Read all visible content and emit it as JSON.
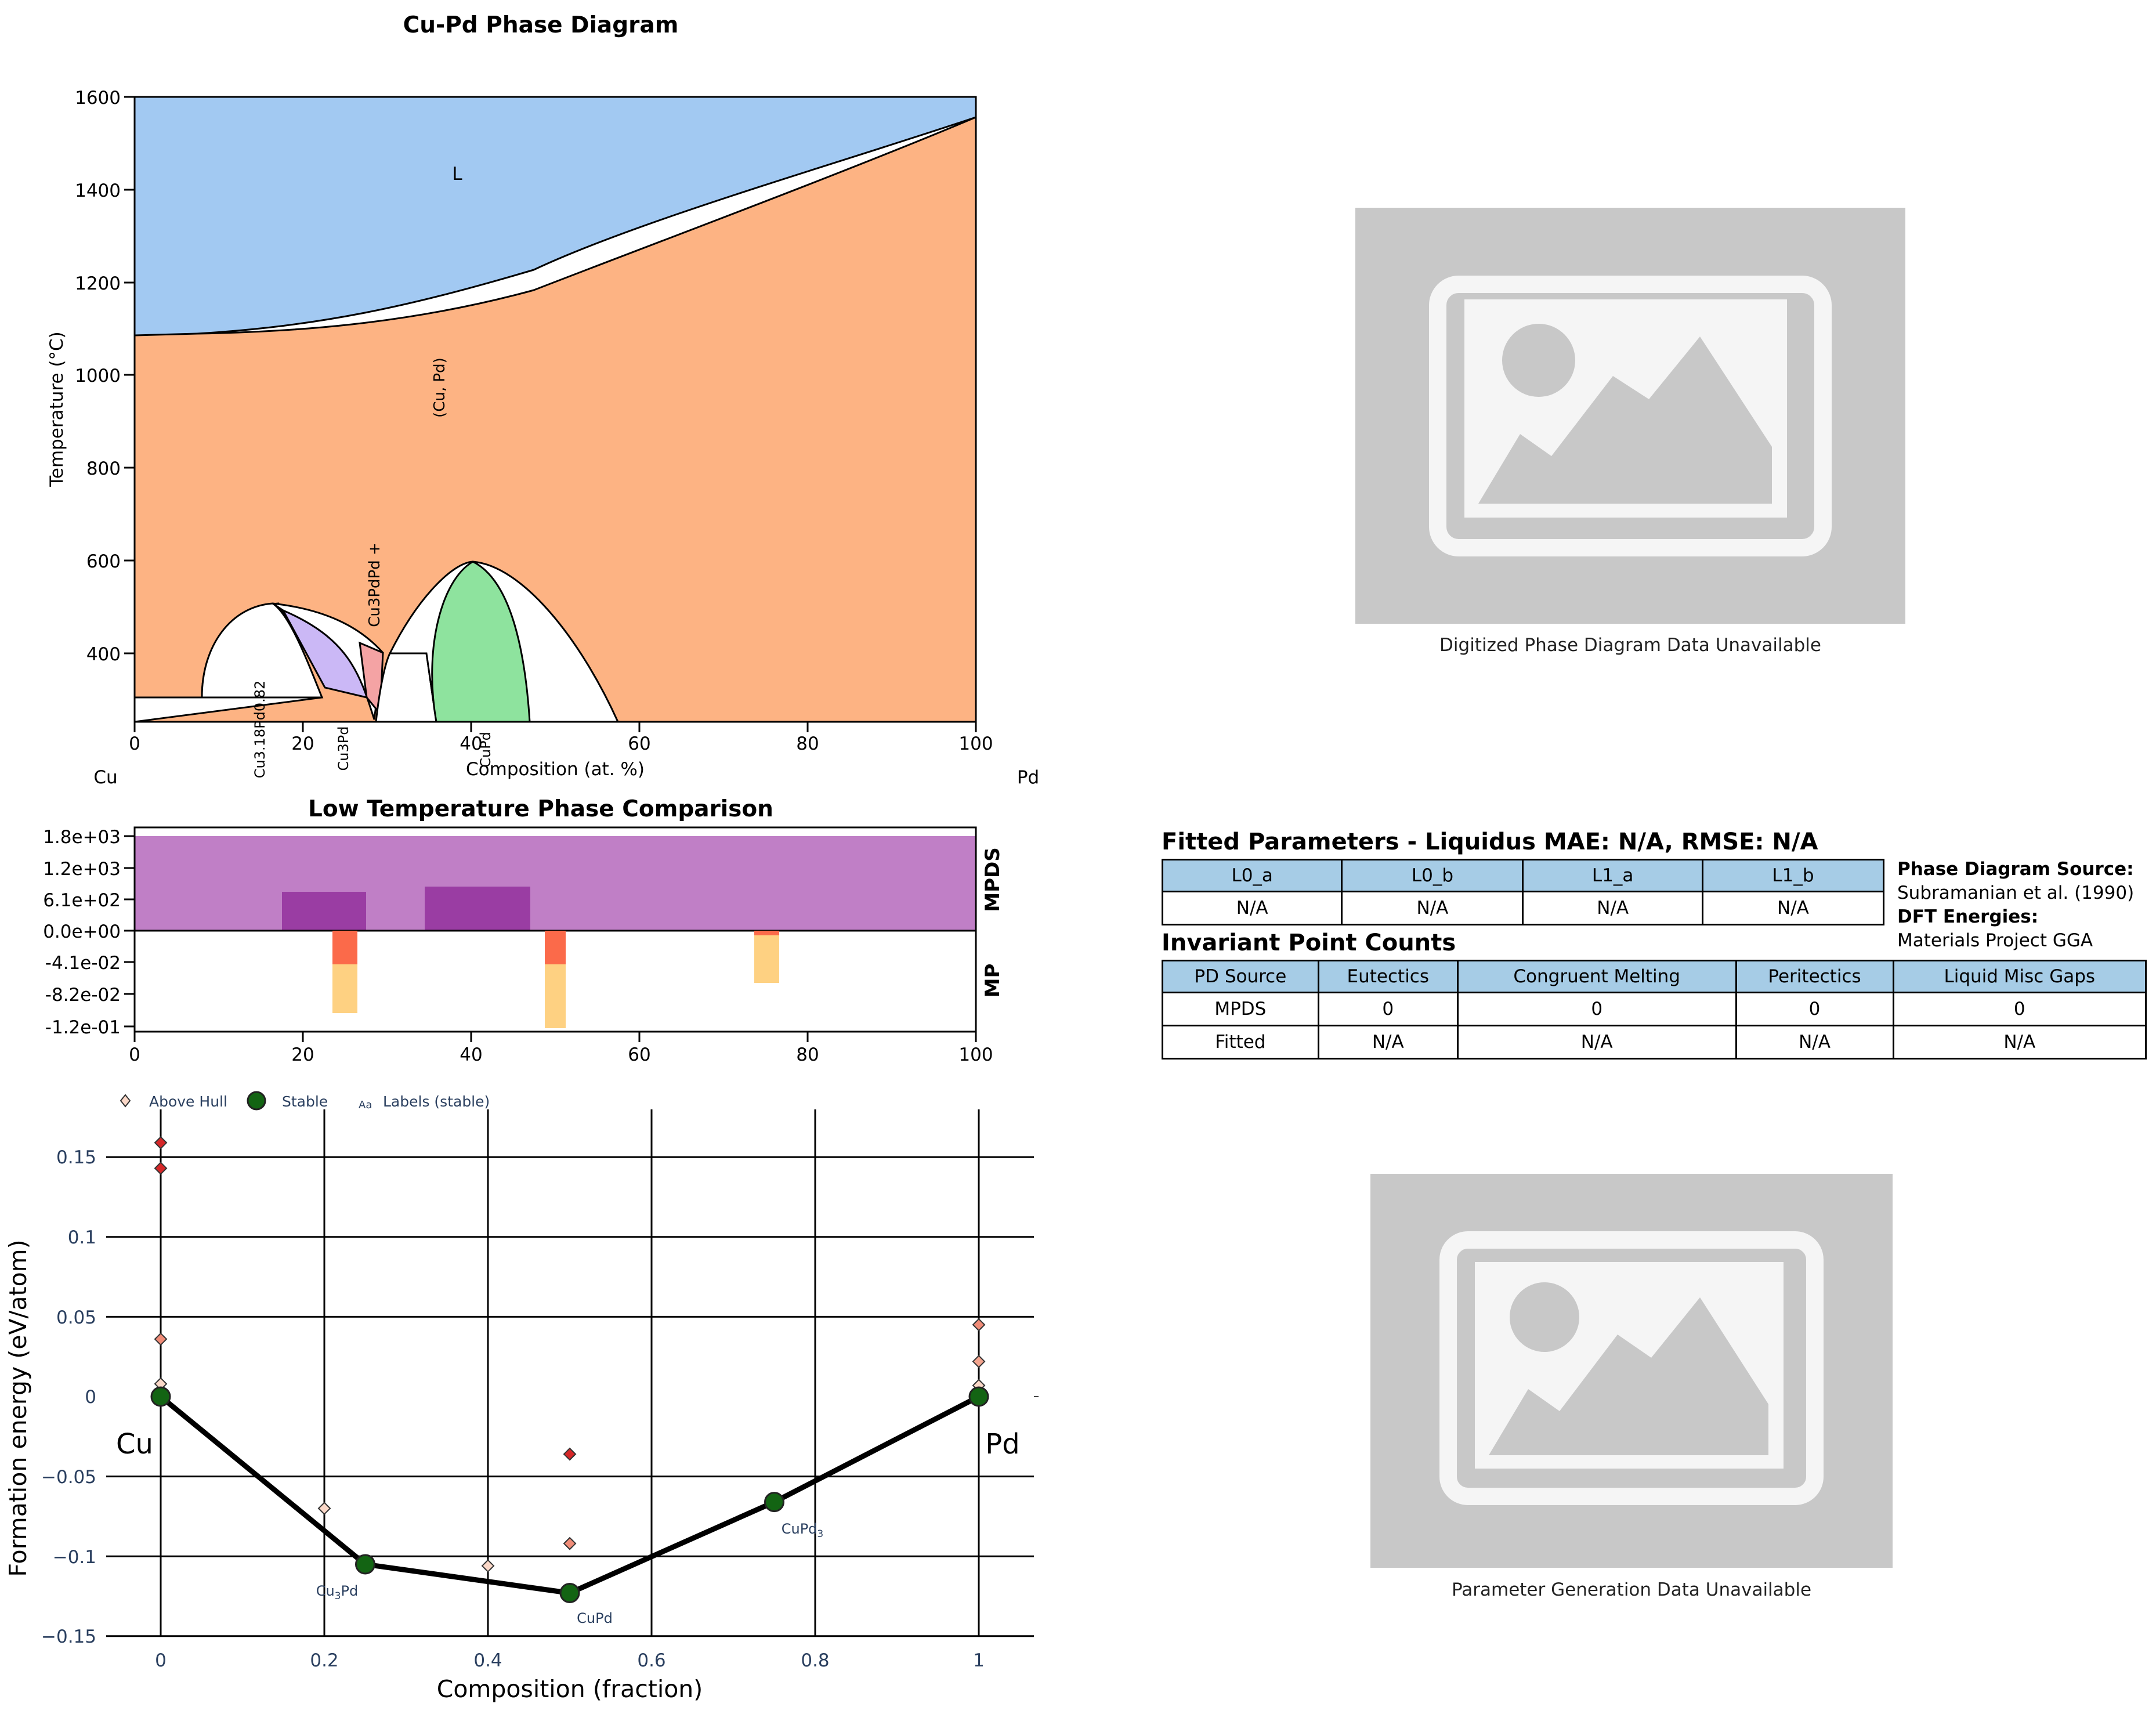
{
  "phase_diagram": {
    "title": "Cu-Pd Phase Diagram",
    "xlabel": "Composition (at. %)",
    "ylabel": "Temperature (°C)",
    "left_element": "Cu",
    "right_element": "Pd",
    "x_ticks": [
      "0",
      "20",
      "40",
      "60",
      "80",
      "100"
    ],
    "y_ticks": [
      "400",
      "600",
      "800",
      "1000",
      "1200",
      "1400",
      "1600"
    ],
    "labels": {
      "liquid": "L",
      "fcc": "(Cu, Pd)",
      "two_phase": "Cu3PdPd +",
      "phase1": "Cu3.18Pd0.82",
      "phase2": "Cu3Pd",
      "phase3": "CuPd"
    },
    "colors": {
      "liquid": "#a2c9f2",
      "fcc": "#fdb383",
      "green": "#8ee39e",
      "purple": "#cbb8f6",
      "pink": "#f4a3a4"
    }
  },
  "comparison": {
    "title": "Low Temperature Phase Comparison",
    "top_label": "MPDS",
    "bottom_label": "MP",
    "y_ticks": [
      "1.8e+03",
      "1.2e+03",
      "6.1e+02",
      "0.0e+00",
      "-4.1e-02",
      "-8.2e-02",
      "-1.2e-01"
    ],
    "x_ticks": [
      "0",
      "20",
      "40",
      "60",
      "80",
      "100"
    ],
    "colors": {
      "band": "#c07fc6",
      "dark": "#9a3da3",
      "red": "#fb6a4a",
      "orange": "#fed182"
    }
  },
  "hull": {
    "xlabel": "Composition (fraction)",
    "ylabel": "Formation energy (eV/atom)",
    "x_ticks": [
      "0",
      "0.2",
      "0.4",
      "0.6",
      "0.8",
      "1"
    ],
    "y_ticks": [
      "0.15",
      "0.1",
      "0.05",
      "0",
      "−0.05",
      "−0.1",
      "−0.15"
    ],
    "legend": {
      "above": "Above Hull",
      "stable": "Stable",
      "labels_marker": "Aa",
      "labels": "Labels (stable)"
    },
    "end_left": "Cu",
    "end_right": "Pd",
    "stable_labels": [
      "Cu3Pd",
      "CuPd",
      "CuPd3"
    ]
  },
  "chart_data": [
    {
      "type": "area",
      "title": "Cu-Pd Phase Diagram",
      "xlabel": "Composition (at. %)",
      "ylabel": "Temperature (°C)",
      "xlim": [
        0,
        100
      ],
      "ylim": [
        250,
        1600
      ],
      "liquidus": {
        "x": [
          0,
          20,
          40,
          60,
          80,
          100
        ],
        "y": [
          1085,
          1120,
          1210,
          1320,
          1440,
          1555
        ]
      },
      "solidus": {
        "x": [
          0,
          20,
          40,
          60,
          80,
          100
        ],
        "y": [
          1085,
          1110,
          1170,
          1260,
          1390,
          1555
        ]
      },
      "ordered_phase_peaks": [
        {
          "label": "Cu3.18Pd0.82",
          "x": 16,
          "y": 505
        },
        {
          "label": "CuPd",
          "x": 40.5,
          "y": 598
        }
      ]
    },
    {
      "type": "bar",
      "title": "Low Temperature Phase Comparison",
      "xlim": [
        0,
        100
      ],
      "mpds_bands": [
        {
          "x": [
            0,
            100
          ],
          "y": 1800
        },
        {
          "x": [
            17.5,
            27.5
          ],
          "y": 750
        },
        {
          "x": [
            34.5,
            47
          ],
          "y": 850
        }
      ],
      "mp_bars": [
        {
          "x": [
            23.5,
            26.5
          ],
          "red": -0.041,
          "orange": -0.108
        },
        {
          "x": [
            48.8,
            51.3
          ],
          "red": -0.041,
          "orange": -0.127
        },
        {
          "x": [
            73.5,
            76.5
          ],
          "red": -0.005,
          "orange": -0.068
        }
      ]
    },
    {
      "type": "scatter",
      "xlabel": "Composition (fraction)",
      "ylabel": "Formation energy (eV/atom)",
      "xlim": [
        -0.03,
        1.07
      ],
      "ylim": [
        -0.15,
        0.175
      ],
      "stable": [
        {
          "x": 0,
          "y": 0
        },
        {
          "x": 0.25,
          "y": -0.105
        },
        {
          "x": 0.5,
          "y": -0.123
        },
        {
          "x": 0.75,
          "y": -0.066
        },
        {
          "x": 1,
          "y": 0
        }
      ],
      "above_hull": [
        {
          "x": 0,
          "y": 0.159,
          "color": "#d62728"
        },
        {
          "x": 0,
          "y": 0.143,
          "color": "#d62728"
        },
        {
          "x": 0,
          "y": 0.036,
          "color": "#f08c78"
        },
        {
          "x": 0,
          "y": 0.008,
          "color": "#fbd8c8"
        },
        {
          "x": 0.2,
          "y": -0.07,
          "color": "#fbd8c8"
        },
        {
          "x": 0.4,
          "y": -0.106,
          "color": "#fbd8c8"
        },
        {
          "x": 0.5,
          "y": -0.036,
          "color": "#d62728"
        },
        {
          "x": 0.5,
          "y": -0.092,
          "color": "#f08c78"
        },
        {
          "x": 1,
          "y": 0.045,
          "color": "#f08c78"
        },
        {
          "x": 1,
          "y": 0.022,
          "color": "#f4a58f"
        },
        {
          "x": 1,
          "y": 0.007,
          "color": "#fbd8c8"
        }
      ]
    }
  ],
  "tables": {
    "fitted_title": "Fitted Parameters - Liquidus MAE: N/A, RMSE: N/A",
    "fitted_headers": [
      "L0_a",
      "L0_b",
      "L1_a",
      "L1_b"
    ],
    "fitted_values": [
      "N/A",
      "N/A",
      "N/A",
      "N/A"
    ],
    "source_label": "Phase Diagram Source:",
    "source_value": "Subramanian et al. (1990)",
    "dft_label": "DFT Energies:",
    "dft_value": "Materials Project GGA",
    "invariant_title": "Invariant Point Counts",
    "invariant_headers": [
      "PD Source",
      "Eutectics",
      "Congruent Melting",
      "Peritectics",
      "Liquid Misc Gaps"
    ],
    "invariant_rows": [
      [
        "MPDS",
        "0",
        "0",
        "0",
        "0"
      ],
      [
        "Fitted",
        "N/A",
        "N/A",
        "N/A",
        "N/A"
      ]
    ]
  },
  "placeholders": {
    "top_caption": "Digitized Phase Diagram Data Unavailable",
    "bottom_caption": "Parameter Generation Data Unavailable"
  }
}
